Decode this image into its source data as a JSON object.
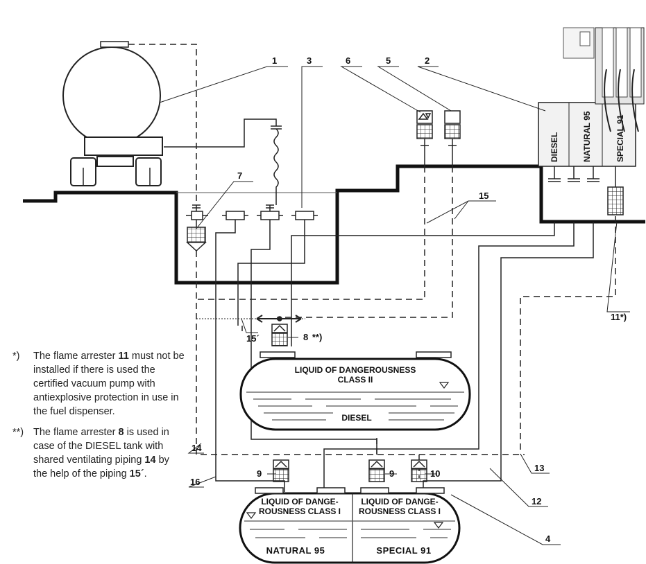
{
  "callouts": {
    "n1": "1",
    "n2": "2",
    "n3": "3",
    "n4": "4",
    "n5": "5",
    "n6": "6",
    "n7": "7",
    "n8": "8",
    "n8_suffix": "**)",
    "n9a": "9",
    "n9b": "9",
    "n10": "10",
    "n11": "11*)",
    "n12": "12",
    "n13": "13",
    "n14": "14",
    "n15": "15",
    "n15b": "15´",
    "n16": "16"
  },
  "dispenser": {
    "col1": "DIESEL",
    "col2": "NATURAL 95",
    "col3": "SPECIAL 91"
  },
  "tank_diesel": {
    "line1": "LIQUID OF DANGEROUSNESS",
    "line2": "CLASS II",
    "fuel": "DIESEL"
  },
  "tank_split": {
    "left_line1": "LIQUID OF DANGE-",
    "left_line2": "ROUSNESS CLASS I",
    "left_fuel": "NATURAL 95",
    "right_line1": "LIQUID OF DANGE-",
    "right_line2": "ROUSNESS CLASS I",
    "right_fuel": "SPECIAL 91"
  },
  "notes": [
    {
      "mark": "*)",
      "before": "The flame arrester ",
      "bold": "11",
      "after": " must not be installed if there is used the certified vacuum pump with antiexplosive protection in use in the fuel dispenser."
    },
    {
      "mark": "**)",
      "before": "The flame arrester ",
      "bold": "8",
      "middle": " is used in case of the DIESEL tank with shared ventilating piping ",
      "bold2": "14",
      "after": " by the help of the piping ",
      "bold3": "15´",
      "end": "."
    }
  ]
}
